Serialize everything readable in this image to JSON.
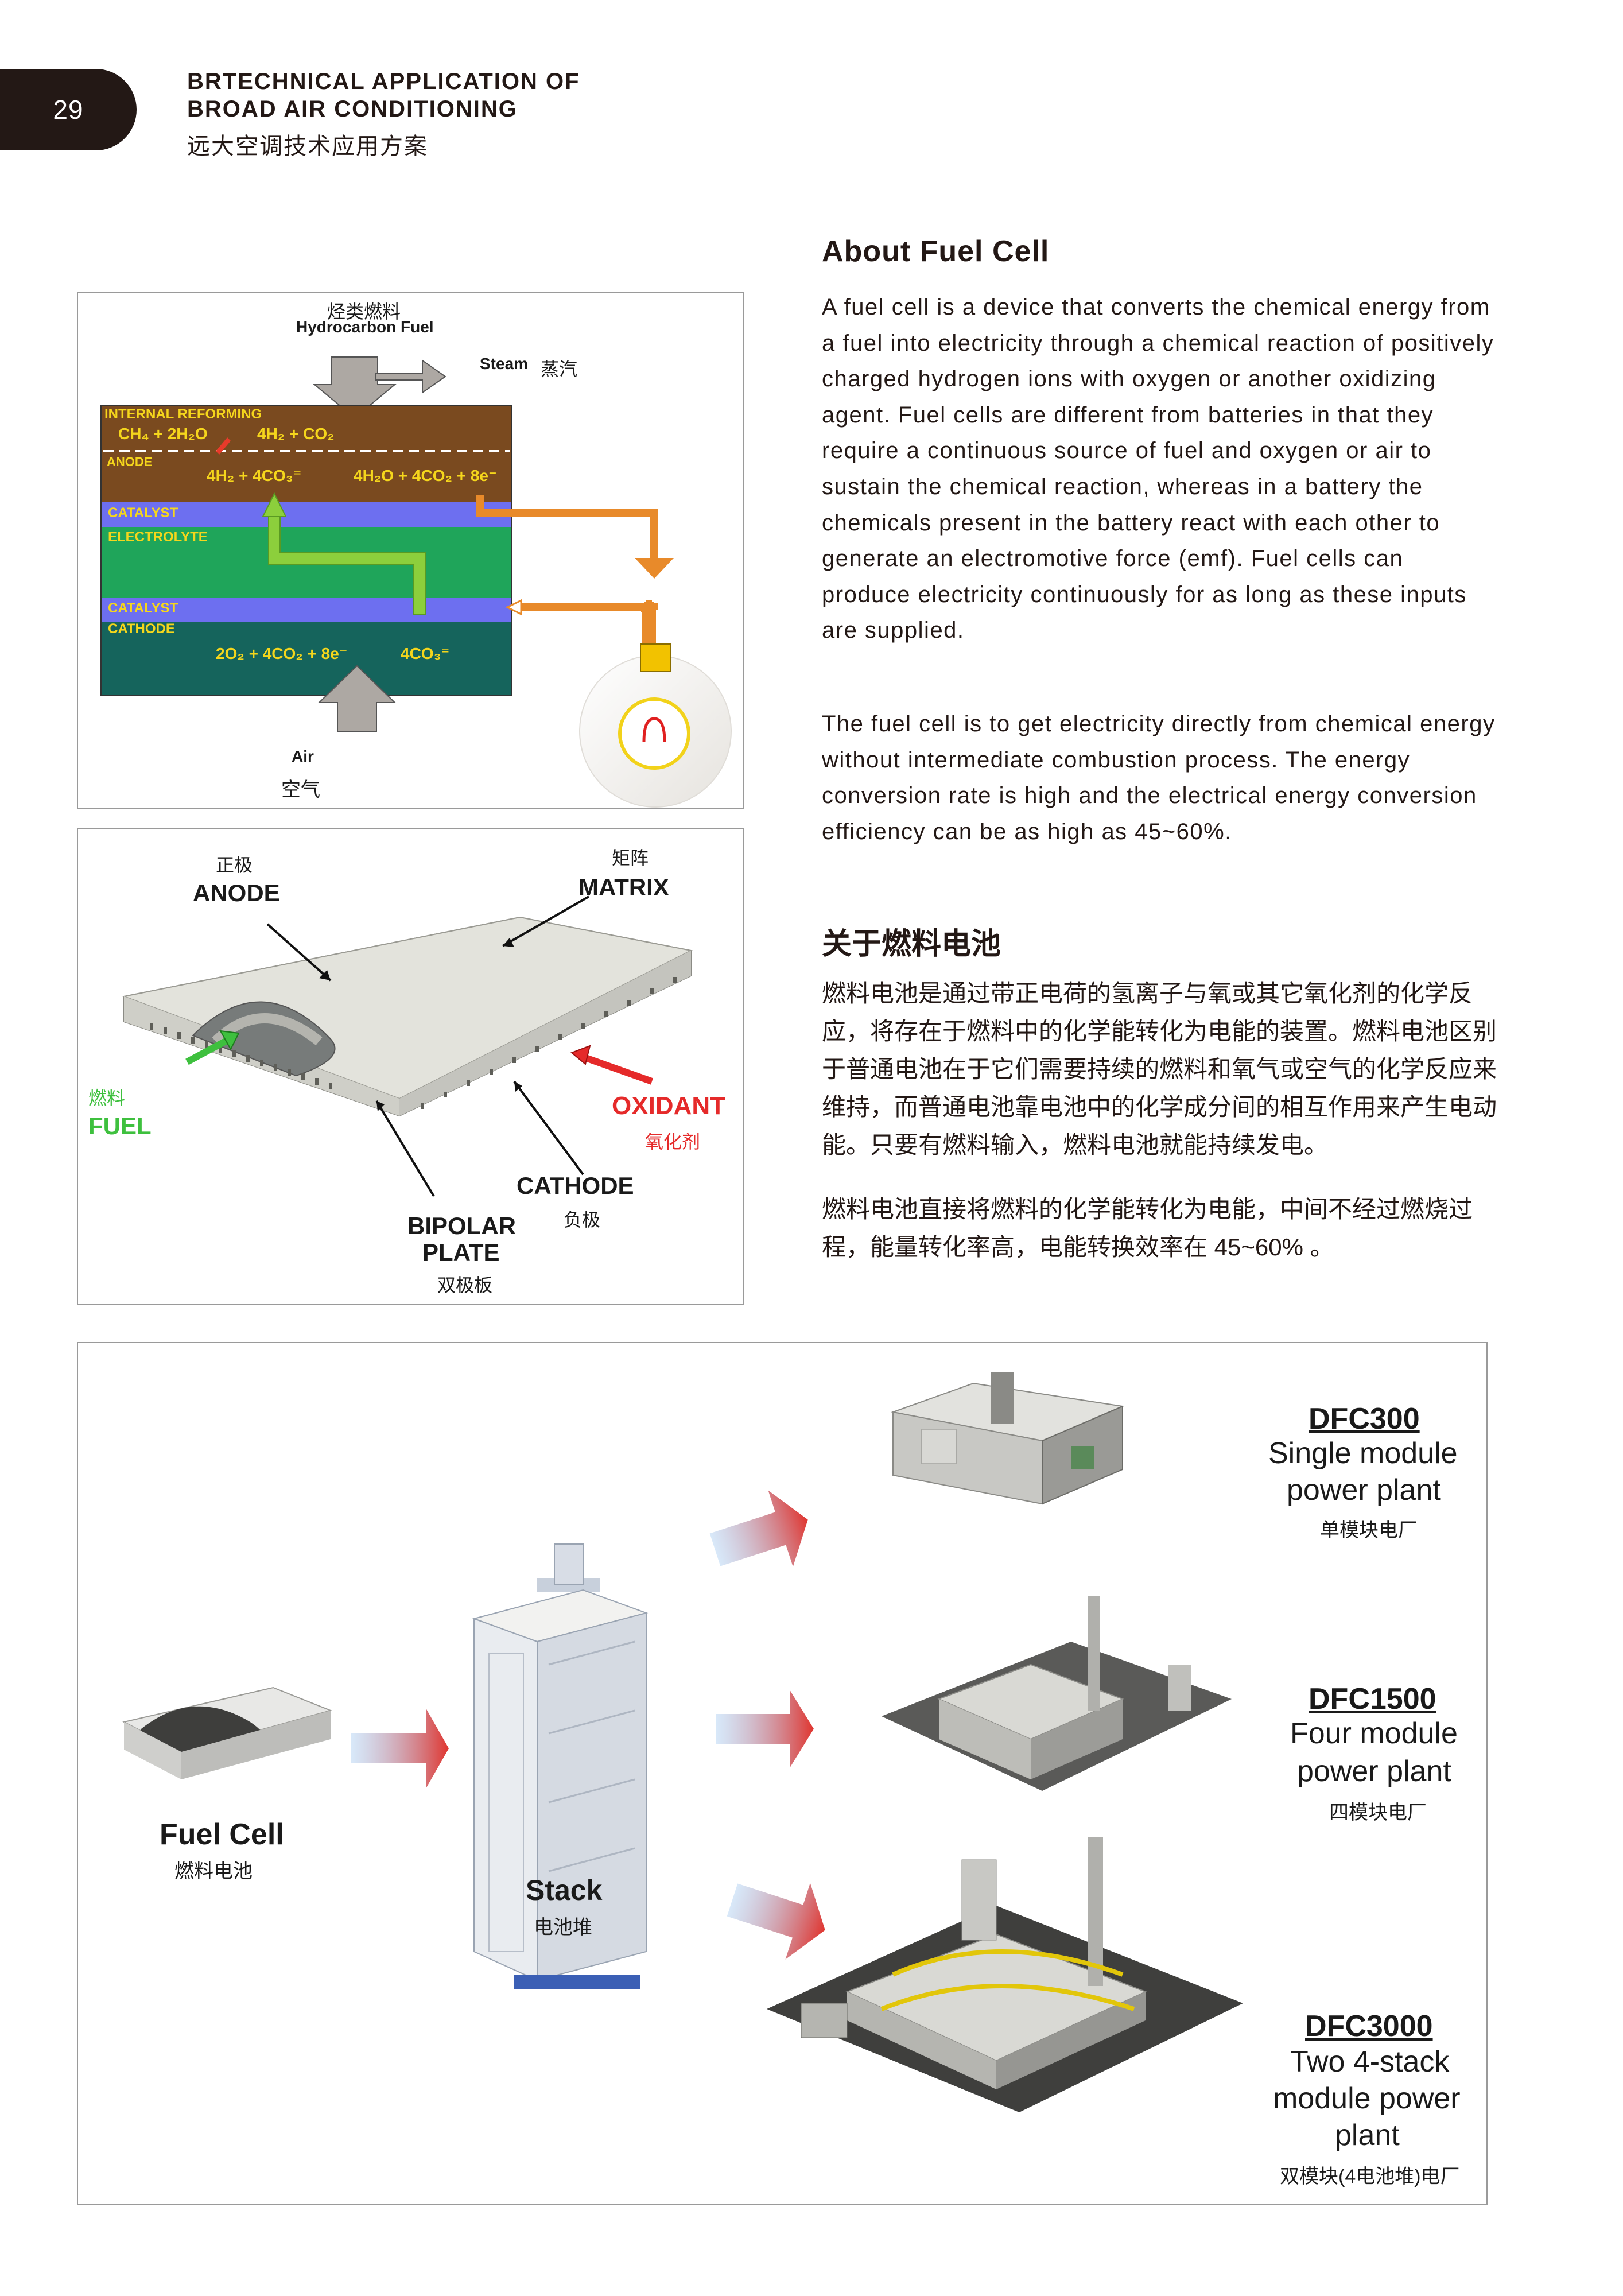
{
  "header": {
    "page_number": "29",
    "title_line1": "BRTECHNICAL APPLICATION OF",
    "title_line2": "BROAD AIR CONDITIONING",
    "subtitle_cn": "远大空调技术应用方案"
  },
  "about": {
    "title": "About Fuel Cell",
    "paragraph1": "A fuel cell is a device that converts the chemical energy from a fuel into electricity through a chemical reaction of positively charged hydrogen ions with oxygen or another oxidizing agent. Fuel cells are different from batteries in that they require a continuous source of fuel and oxygen or air to sustain the chemical reaction, whereas in a battery the chemicals present in the battery react with each other to generate an electromotive force (emf). Fuel cells can produce electricity continuously for as long as these inputs are supplied.",
    "paragraph2": "The fuel cell is to get electricity directly from chemical energy without intermediate combustion process. The energy conversion rate is high and the electrical energy conversion efficiency can be as high as 45~60%.",
    "title_cn": "关于燃料电池",
    "paragraph1_cn": "燃料电池是通过带正电荷的氢离子与氧或其它氧化剂的化学反应，将存在于燃料中的化学能转化为电能的装置。燃料电池区别于普通电池在于它们需要持续的燃料和氧气或空气的化学反应来维持，而普通电池靠电池中的化学成分间的相互作用来产生电动能。只要有燃料输入，燃料电池就能持续发电。",
    "paragraph2_cn": "燃料电池直接将燃料的化学能转化为电能，中间不经过燃烧过程，能量转化率高，电能转换效率在 45~60% 。"
  },
  "diagram1": {
    "fuel_cn": "烃类燃料",
    "fuel_en": "Hydrocarbon Fuel",
    "steam_en": "Steam",
    "steam_cn": "蒸汽",
    "internal_reforming": "INTERNAL REFORMING",
    "reform_eq_left": "CH₄ + 2H₂O",
    "reform_eq_right": "4H₂ + CO₂",
    "anode": "ANODE",
    "anode_eq_left": "4H₂ + 4CO₃⁼",
    "anode_eq_right": "4H₂O + 4CO₂ + 8e⁻",
    "catalyst_top": "CATALYST",
    "electrolyte": "ELECTROLYTE",
    "catalyst_bottom": "CATALYST",
    "cathode": "CATHODE",
    "cathode_eq_left": "2O₂ + 4CO₂ + 8e⁻",
    "cathode_eq_right": "4CO₃⁼",
    "air_en": "Air",
    "air_cn": "空气"
  },
  "diagram2": {
    "anode_cn": "正极",
    "anode_en": "ANODE",
    "matrix_cn": "矩阵",
    "matrix_en": "MATRIX",
    "fuel_cn": "燃料",
    "fuel_en": "FUEL",
    "oxidant_en": "OXIDANT",
    "oxidant_cn": "氧化剂",
    "cathode_en": "CATHODE",
    "cathode_cn": "负极",
    "bipolar_line1": "BIPOLAR",
    "bipolar_line2": "PLATE",
    "bipolar_cn": "双极板"
  },
  "products": {
    "fuel_cell_en": "Fuel Cell",
    "fuel_cell_cn": "燃料电池",
    "stack_en": "Stack",
    "stack_cn": "电池堆",
    "dfc300_name": "DFC300",
    "dfc300_line1": "Single module",
    "dfc300_line2": "power plant",
    "dfc300_cn": "单模块电厂",
    "dfc1500_name": "DFC1500",
    "dfc1500_line1": "Four module",
    "dfc1500_line2": "power plant",
    "dfc1500_cn": "四模块电厂",
    "dfc3000_name": "DFC3000",
    "dfc3000_line1": "Two 4-stack",
    "dfc3000_line2": "module power",
    "dfc3000_line3": "plant",
    "dfc3000_cn": "双模块(4电池堆)电厂",
    "colors": {
      "arrow_start": "#9ec7f0",
      "arrow_end": "#e0352f"
    }
  }
}
